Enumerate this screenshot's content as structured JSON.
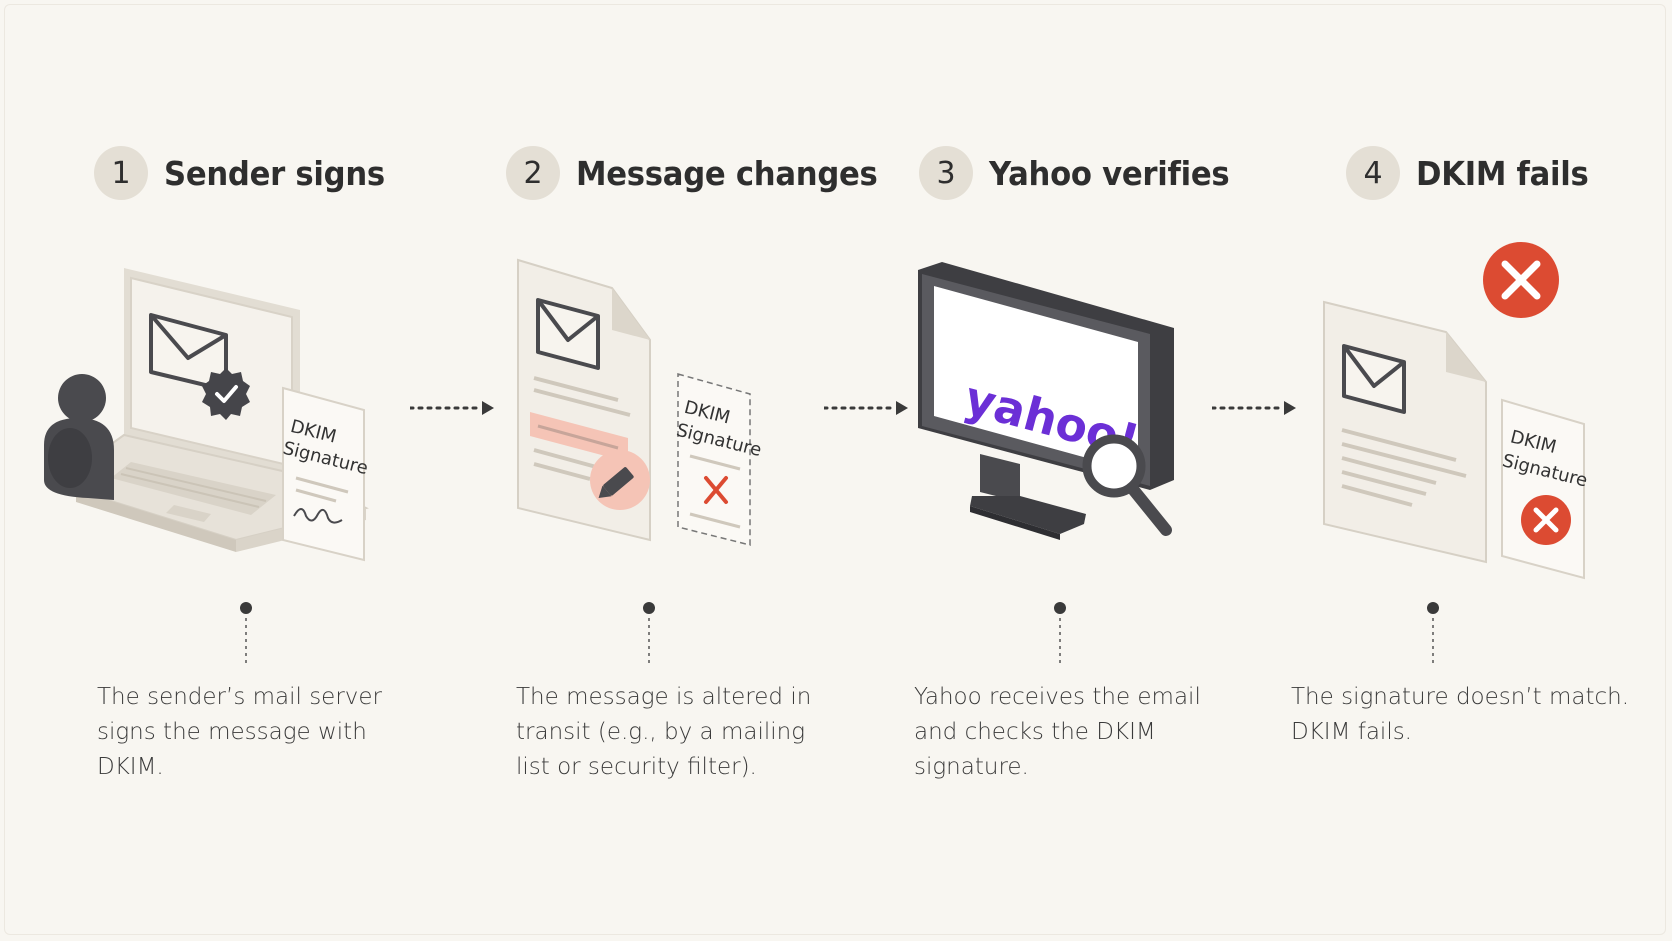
{
  "steps": [
    {
      "number": "1",
      "title": "Sender signs",
      "desc_lines": [
        "The sender’s mail server",
        "signs the message with",
        "DKIM."
      ],
      "card_label_1": "DKIM",
      "card_label_2": "Signature"
    },
    {
      "number": "2",
      "title": "Message changes",
      "desc_lines": [
        "The message is altered in",
        "transit (e.g., by a mailing",
        "list or security filter)."
      ],
      "card_label_1": "DKIM",
      "card_label_2": "Signature"
    },
    {
      "number": "3",
      "title": "Yahoo verifies",
      "desc_lines": [
        "Yahoo receives the email",
        "and checks the DKIM",
        "signature."
      ],
      "logo_text": "yahoo!"
    },
    {
      "number": "4",
      "title": "DKIM fails",
      "desc_lines": [
        "The signature doesn’t match.",
        "DKIM fails."
      ],
      "card_label_1": "DKIM",
      "card_label_2": "Signature"
    }
  ],
  "colors": {
    "background": "#f8f6f1",
    "badge": "#e4dfd5",
    "paper": "#f1ede6",
    "dark": "#4a4a4e",
    "error_red": "#dc4b32",
    "highlight_pink": "#f5c4b6",
    "yahoo_purple": "#6b2fd6"
  },
  "icons": [
    "user-icon",
    "laptop-icon",
    "envelope-icon",
    "verified-check-icon",
    "document-icon",
    "pencil-icon",
    "close-icon",
    "monitor-icon",
    "magnifier-icon",
    "arrow-right-icon"
  ]
}
